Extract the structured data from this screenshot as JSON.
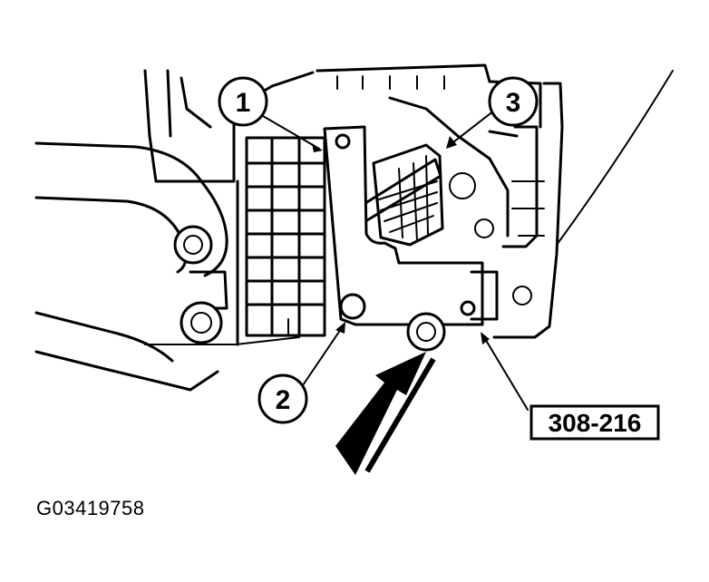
{
  "diagram": {
    "callouts": [
      "1",
      "2",
      "3"
    ],
    "tool_label": "308-216",
    "figure_id": "G03419758"
  },
  "colors": {
    "ink": "#000000",
    "paper": "#ffffff"
  }
}
